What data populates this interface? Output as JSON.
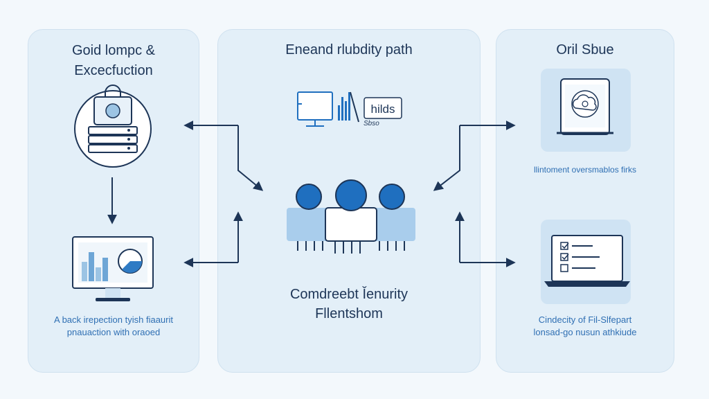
{
  "left": {
    "title_line1": "Goid lompc &",
    "title_line2": "Excecfuction",
    "caption_line1": "A back irepection tyish fiaaurit",
    "caption_line2": "pnauaction with oraoed"
  },
  "middle": {
    "title": "Eneand rlubdity path",
    "label_box": "hilds",
    "scribble": "Sbso",
    "caption_line1": "Comdreebt Ǐenurity",
    "caption_line2": "Fllentshom"
  },
  "right": {
    "title": "Oril Sbue",
    "caption_top": "llintoment oversmablos firks",
    "caption_line1": "Cindecity of Fil-Slfepart",
    "caption_line2": "lonsad-go nusun athkiude"
  },
  "colors": {
    "accent": "#1f6fbf",
    "navy": "#1d3557",
    "panel": "#e3eff8",
    "light_blue": "#cfe3f3"
  },
  "icons": [
    "locked-database-icon",
    "dashboard-monitor-icon",
    "analytics-monitor-icon",
    "people-group-icon",
    "tablet-cloud-icon",
    "checklist-laptop-icon"
  ]
}
